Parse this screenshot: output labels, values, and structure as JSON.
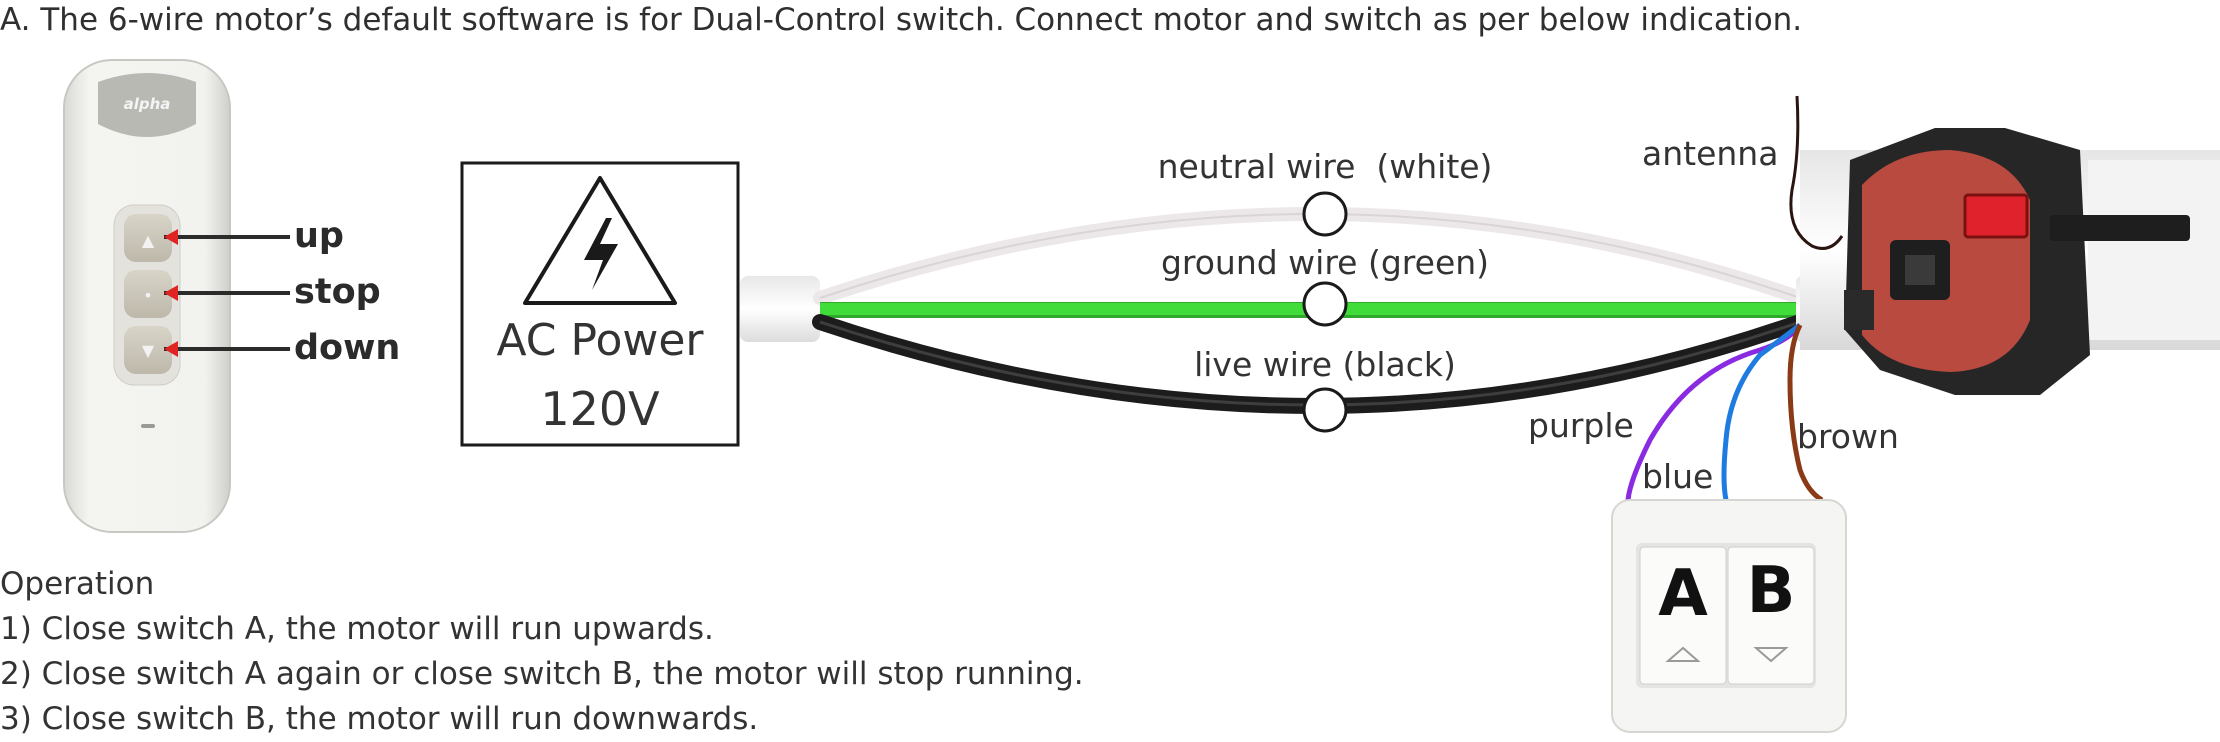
{
  "header": {
    "text": "A. The 6-wire motor’s default software is for Dual-Control switch. Connect motor and switch as per below indication."
  },
  "remote": {
    "brand": "alpha",
    "buttons": [
      {
        "label": "up",
        "symbol": "▲"
      },
      {
        "label": "stop",
        "symbol": "•"
      },
      {
        "label": "down",
        "symbol": "▼"
      }
    ]
  },
  "power": {
    "line1": "AC Power",
    "line2": "120V"
  },
  "wires": {
    "neutral": {
      "label": "neutral wire  (white)",
      "color": "#ece8ea"
    },
    "ground": {
      "label": "ground wire (green)",
      "color": "#3fdc3a"
    },
    "live": {
      "label": "live wire (black)",
      "color": "#1c1c1c"
    }
  },
  "motor_wires": {
    "antenna": {
      "label": "antenna",
      "color": "#2a1510"
    },
    "purple": {
      "label": "purple",
      "color": "#8a2be2"
    },
    "blue": {
      "label": "blue",
      "color": "#1e7be0"
    },
    "brown": {
      "label": "brown",
      "color": "#8a3a16"
    }
  },
  "switch": {
    "a_label": "A",
    "b_label": "B"
  },
  "operation": {
    "title": "Operation",
    "steps": [
      "1) Close switch A, the motor will run upwards.",
      "2) Close switch A again or close switch B, the motor will stop running.",
      "3) Close switch B, the motor will run downwards."
    ]
  }
}
